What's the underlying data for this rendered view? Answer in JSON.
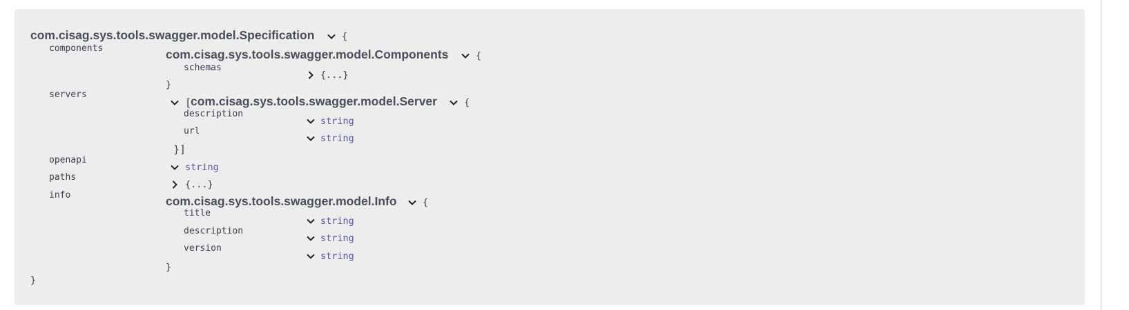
{
  "root": {
    "title": "com.cisag.sys.tools.swagger.model.Specification",
    "open_brace": "{",
    "close_brace": "}",
    "properties": {
      "components": "components",
      "servers": "servers",
      "openapi": "openapi",
      "paths": "paths",
      "info": "info"
    }
  },
  "components_model": {
    "title": "com.cisag.sys.tools.swagger.model.Components",
    "open_brace": "{",
    "close_brace": "}",
    "schemas_label": "schemas",
    "schemas_value": "{...}"
  },
  "servers_model": {
    "array_open": "[",
    "title": "com.cisag.sys.tools.swagger.model.Server",
    "open_brace": "{",
    "close": "}]",
    "description_label": "description",
    "description_type": "string",
    "url_label": "url",
    "url_type": "string"
  },
  "openapi_type": "string",
  "paths_value": "{...}",
  "info_model": {
    "title": "com.cisag.sys.tools.swagger.model.Info",
    "open_brace": "{",
    "close_brace": "}",
    "title_label": "title",
    "title_type": "string",
    "description_label": "description",
    "description_type": "string",
    "version_label": "version",
    "version_type": "string"
  },
  "icons": {
    "expanded": "chevron-down-icon",
    "collapsed": "chevron-right-icon"
  },
  "colors": {
    "panel_bg": "#ededed",
    "text": "#3b4151",
    "type": "#55aa"
  }
}
